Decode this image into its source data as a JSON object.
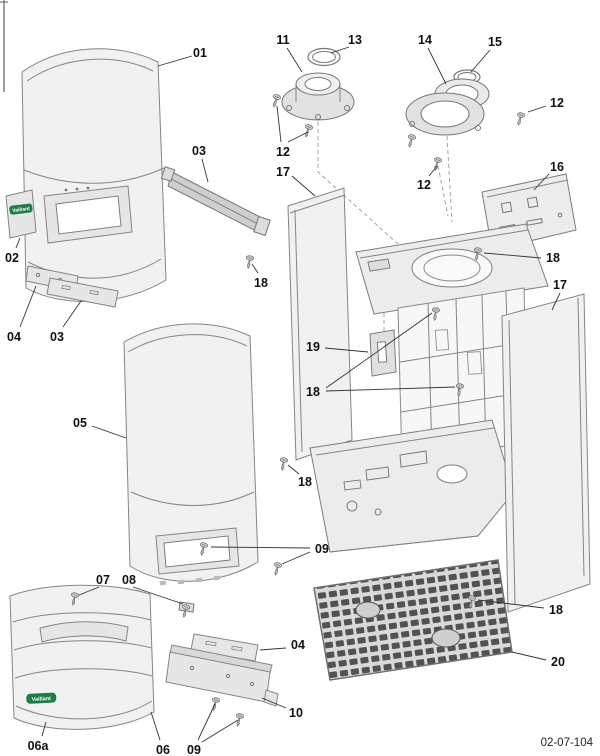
{
  "diagram": {
    "kind": "exploded-parts-diagram",
    "drawing_number": "02-07-104",
    "brand_logo_text": "Vaillant",
    "callouts": [
      {
        "label": "01"
      },
      {
        "label": "11"
      },
      {
        "label": "13"
      },
      {
        "label": "14"
      },
      {
        "label": "15"
      },
      {
        "label": "12"
      },
      {
        "label": "12"
      },
      {
        "label": "03"
      },
      {
        "label": "17"
      },
      {
        "label": "16"
      },
      {
        "label": "12"
      },
      {
        "label": "02"
      },
      {
        "label": "18"
      },
      {
        "label": "18"
      },
      {
        "label": "17"
      },
      {
        "label": "04"
      },
      {
        "label": "03"
      },
      {
        "label": "19"
      },
      {
        "label": "18"
      },
      {
        "label": "05"
      },
      {
        "label": "18"
      },
      {
        "label": "09"
      },
      {
        "label": "07"
      },
      {
        "label": "08"
      },
      {
        "label": "18"
      },
      {
        "label": "04"
      },
      {
        "label": "20"
      },
      {
        "label": "10"
      },
      {
        "label": "06a"
      },
      {
        "label": "06"
      },
      {
        "label": "09"
      }
    ]
  }
}
